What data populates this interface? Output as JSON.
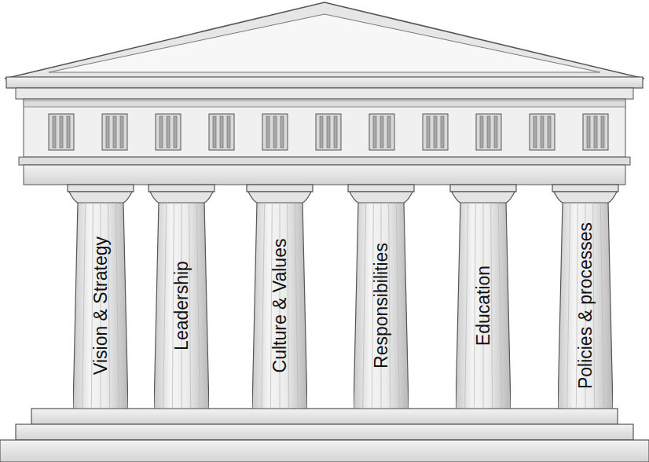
{
  "diagram": {
    "nodes": [
      {
        "text": [
          "Vision & Strategy"
        ]
      },
      {
        "text": [
          "Leadership"
        ]
      },
      {
        "text": [
          "Culture & Values"
        ]
      },
      {
        "text": [
          "Responsibilities"
        ]
      },
      {
        "text": [
          "Education"
        ]
      },
      {
        "text": [
          "Policies & processes"
        ]
      }
    ]
  }
}
